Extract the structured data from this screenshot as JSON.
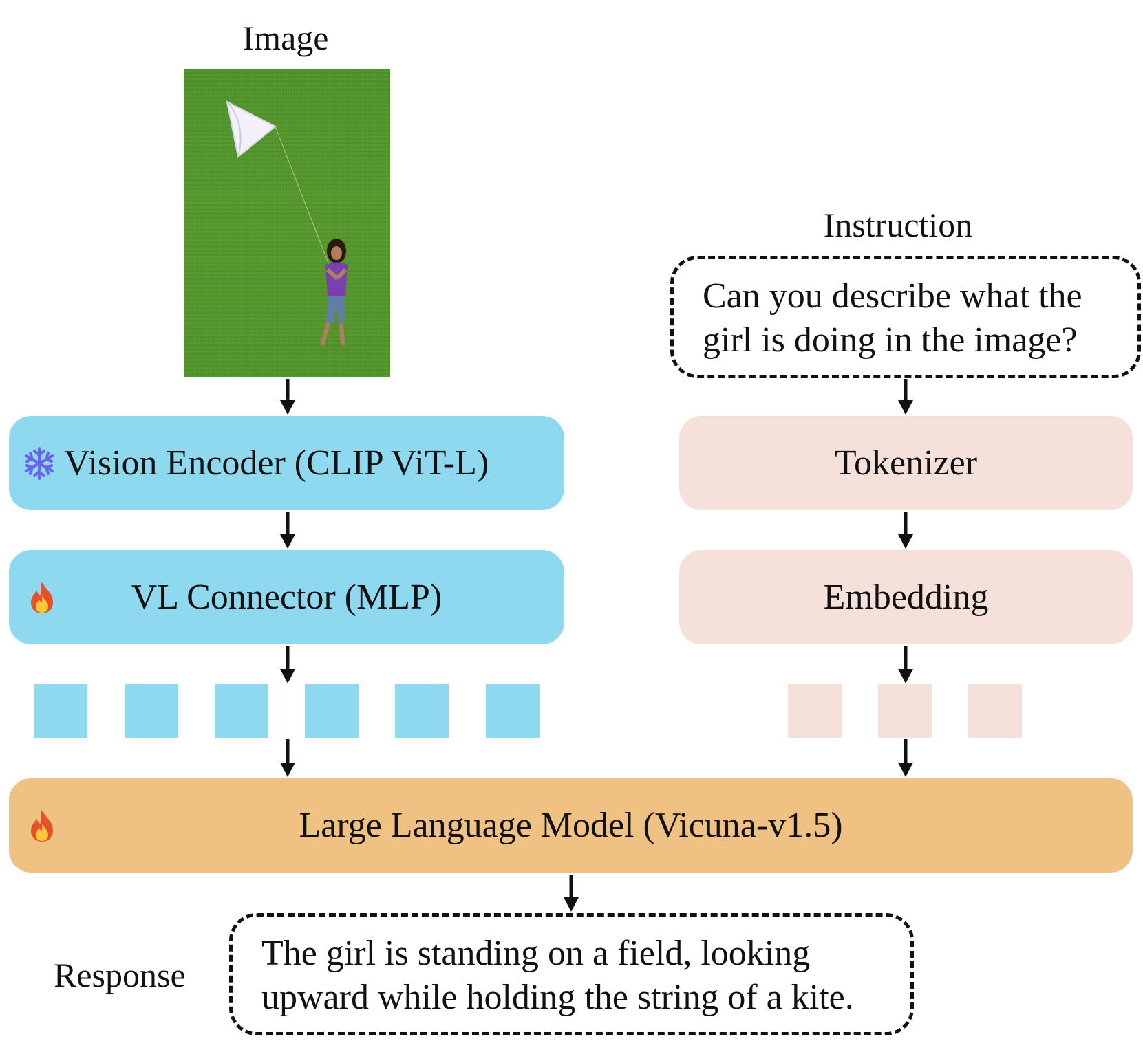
{
  "labels": {
    "image": "Image",
    "instruction": "Instruction",
    "response": "Response"
  },
  "instruction_text": {
    "line1": "Can you describe what the",
    "line2": "girl is doing in the image?"
  },
  "response_text": {
    "line1": "The girl is standing on a field, looking",
    "line2": "upward while holding the string of a kite."
  },
  "modules": {
    "vision_encoder": {
      "label": "Vision Encoder (CLIP ViT-L)",
      "status_icon": "snowflake-icon"
    },
    "vl_connector": {
      "label": "VL Connector (MLP)",
      "status_icon": "fire-icon"
    },
    "tokenizer": {
      "label": "Tokenizer"
    },
    "embedding": {
      "label": "Embedding"
    },
    "llm": {
      "label": "Large Language Model (Vicuna-v1.5)",
      "status_icon": "fire-icon"
    }
  },
  "tokens": {
    "visual_count": 6,
    "text_count": 3
  },
  "colors": {
    "vision": "#8fd9f0",
    "text": "#f6e1da",
    "llm": "#efc283",
    "snowflake": "#6b63f0",
    "fire_outer": "#e8502a",
    "fire_inner": "#ffc83a"
  }
}
